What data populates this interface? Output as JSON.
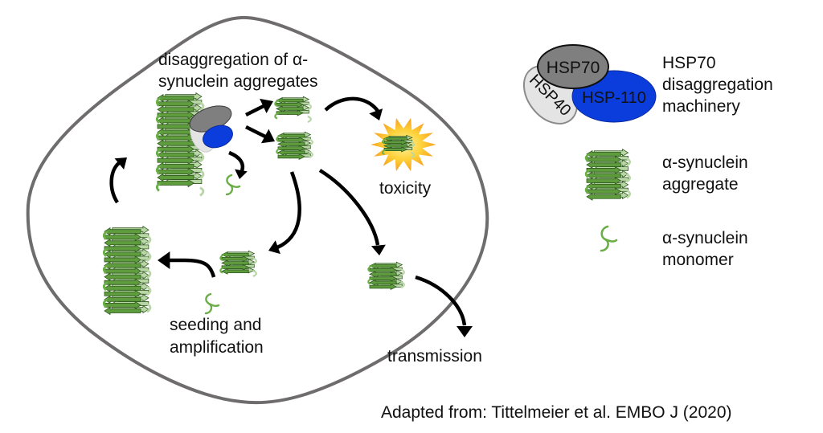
{
  "diagram": {
    "title": "HSP70 disaggregation of alpha-synuclein aggregates",
    "cell_labels": {
      "disaggregation": [
        "disaggregation of α-",
        "synuclein aggregates"
      ],
      "toxicity": "toxicity",
      "seeding": [
        "seeding and",
        "amplification"
      ],
      "transmission": "transmission"
    },
    "machinery": {
      "hsp70": "HSP70",
      "hsp40": "HSP40",
      "hsp110": "HSP-110"
    },
    "legend": {
      "machinery_label": [
        "HSP70",
        "disaggregation",
        "machinery"
      ],
      "aggregate_label": [
        "α-synuclein",
        "aggregate"
      ],
      "monomer_label": [
        "α-synuclein",
        "monomer"
      ]
    },
    "citation": "Adapted from: Tittelmeier et al. EMBO J (2020)",
    "colors": {
      "cell_outline": "#6e6c6c",
      "strand_dark": "#5e9c3e",
      "strand_light": "#b9d7a6",
      "strand_edge": "#2f5a1e",
      "loop": "#6aae48",
      "hsp70": "#7f7f7f",
      "hsp40": "#e4e4e4",
      "hsp110": "#0a3ddb",
      "arrow": "#000000",
      "toxic_burst": "#ffc62e"
    }
  }
}
